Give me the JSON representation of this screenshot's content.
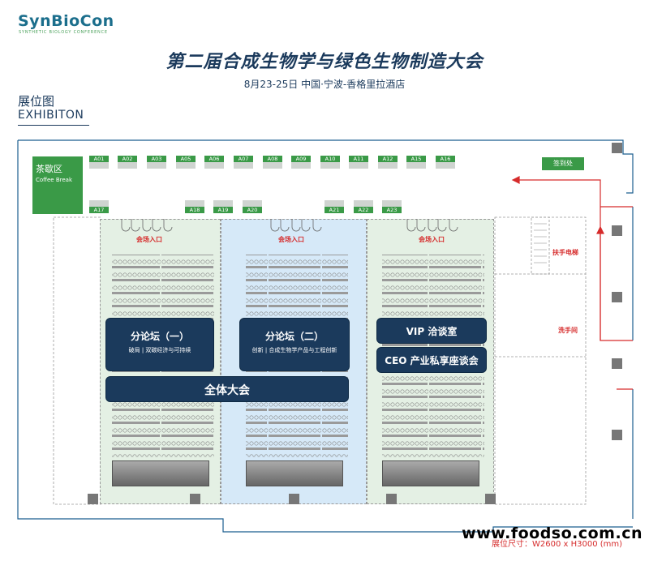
{
  "header": {
    "logo": "SynBioCon",
    "logo_sub": "SYNTHETIC BIOLOGY CONFERENCE",
    "title": "第二届合成生物学与绿色生物制造大会",
    "subtitle": "8月23-25日 中国·宁波-香格里拉酒店"
  },
  "section": {
    "cn": "展位图",
    "en": "EXHIBITON"
  },
  "coffee": {
    "cn": "茶歇区",
    "en": "Coffee Break"
  },
  "booths_top": [
    "A01",
    "A02",
    "A03",
    "A05",
    "A06",
    "A07",
    "A08",
    "A09",
    "A10",
    "A11",
    "A12",
    "A15",
    "A16"
  ],
  "booths_row2": [
    "A17",
    "A18",
    "A19",
    "A20",
    "A21",
    "A22",
    "A23"
  ],
  "signin": "签到处",
  "entry_label": "会场入口",
  "forums": {
    "f1_title": "分论坛（一）",
    "f1_sub": "破局 | 双碳经济与可持续",
    "f2_title": "分论坛（二）",
    "f2_sub": "创新 | 合成生物学产品与工程创新",
    "vip": "VIP 洽谈室",
    "ceo": "CEO 产业私享座谈会",
    "plenary": "全体大会"
  },
  "labels": {
    "escalator": "扶手电梯",
    "restroom": "洗手间"
  },
  "watermark": "www.foodso.com.cn",
  "dimensions": "展位尺寸：W2600 x H3000 (mm)",
  "colors": {
    "green": "#3a9a47",
    "navy": "#1b3a5c",
    "red": "#d62b2b",
    "blue_hall": "#d6e9f8",
    "green_hall": "#e4f0e4"
  }
}
